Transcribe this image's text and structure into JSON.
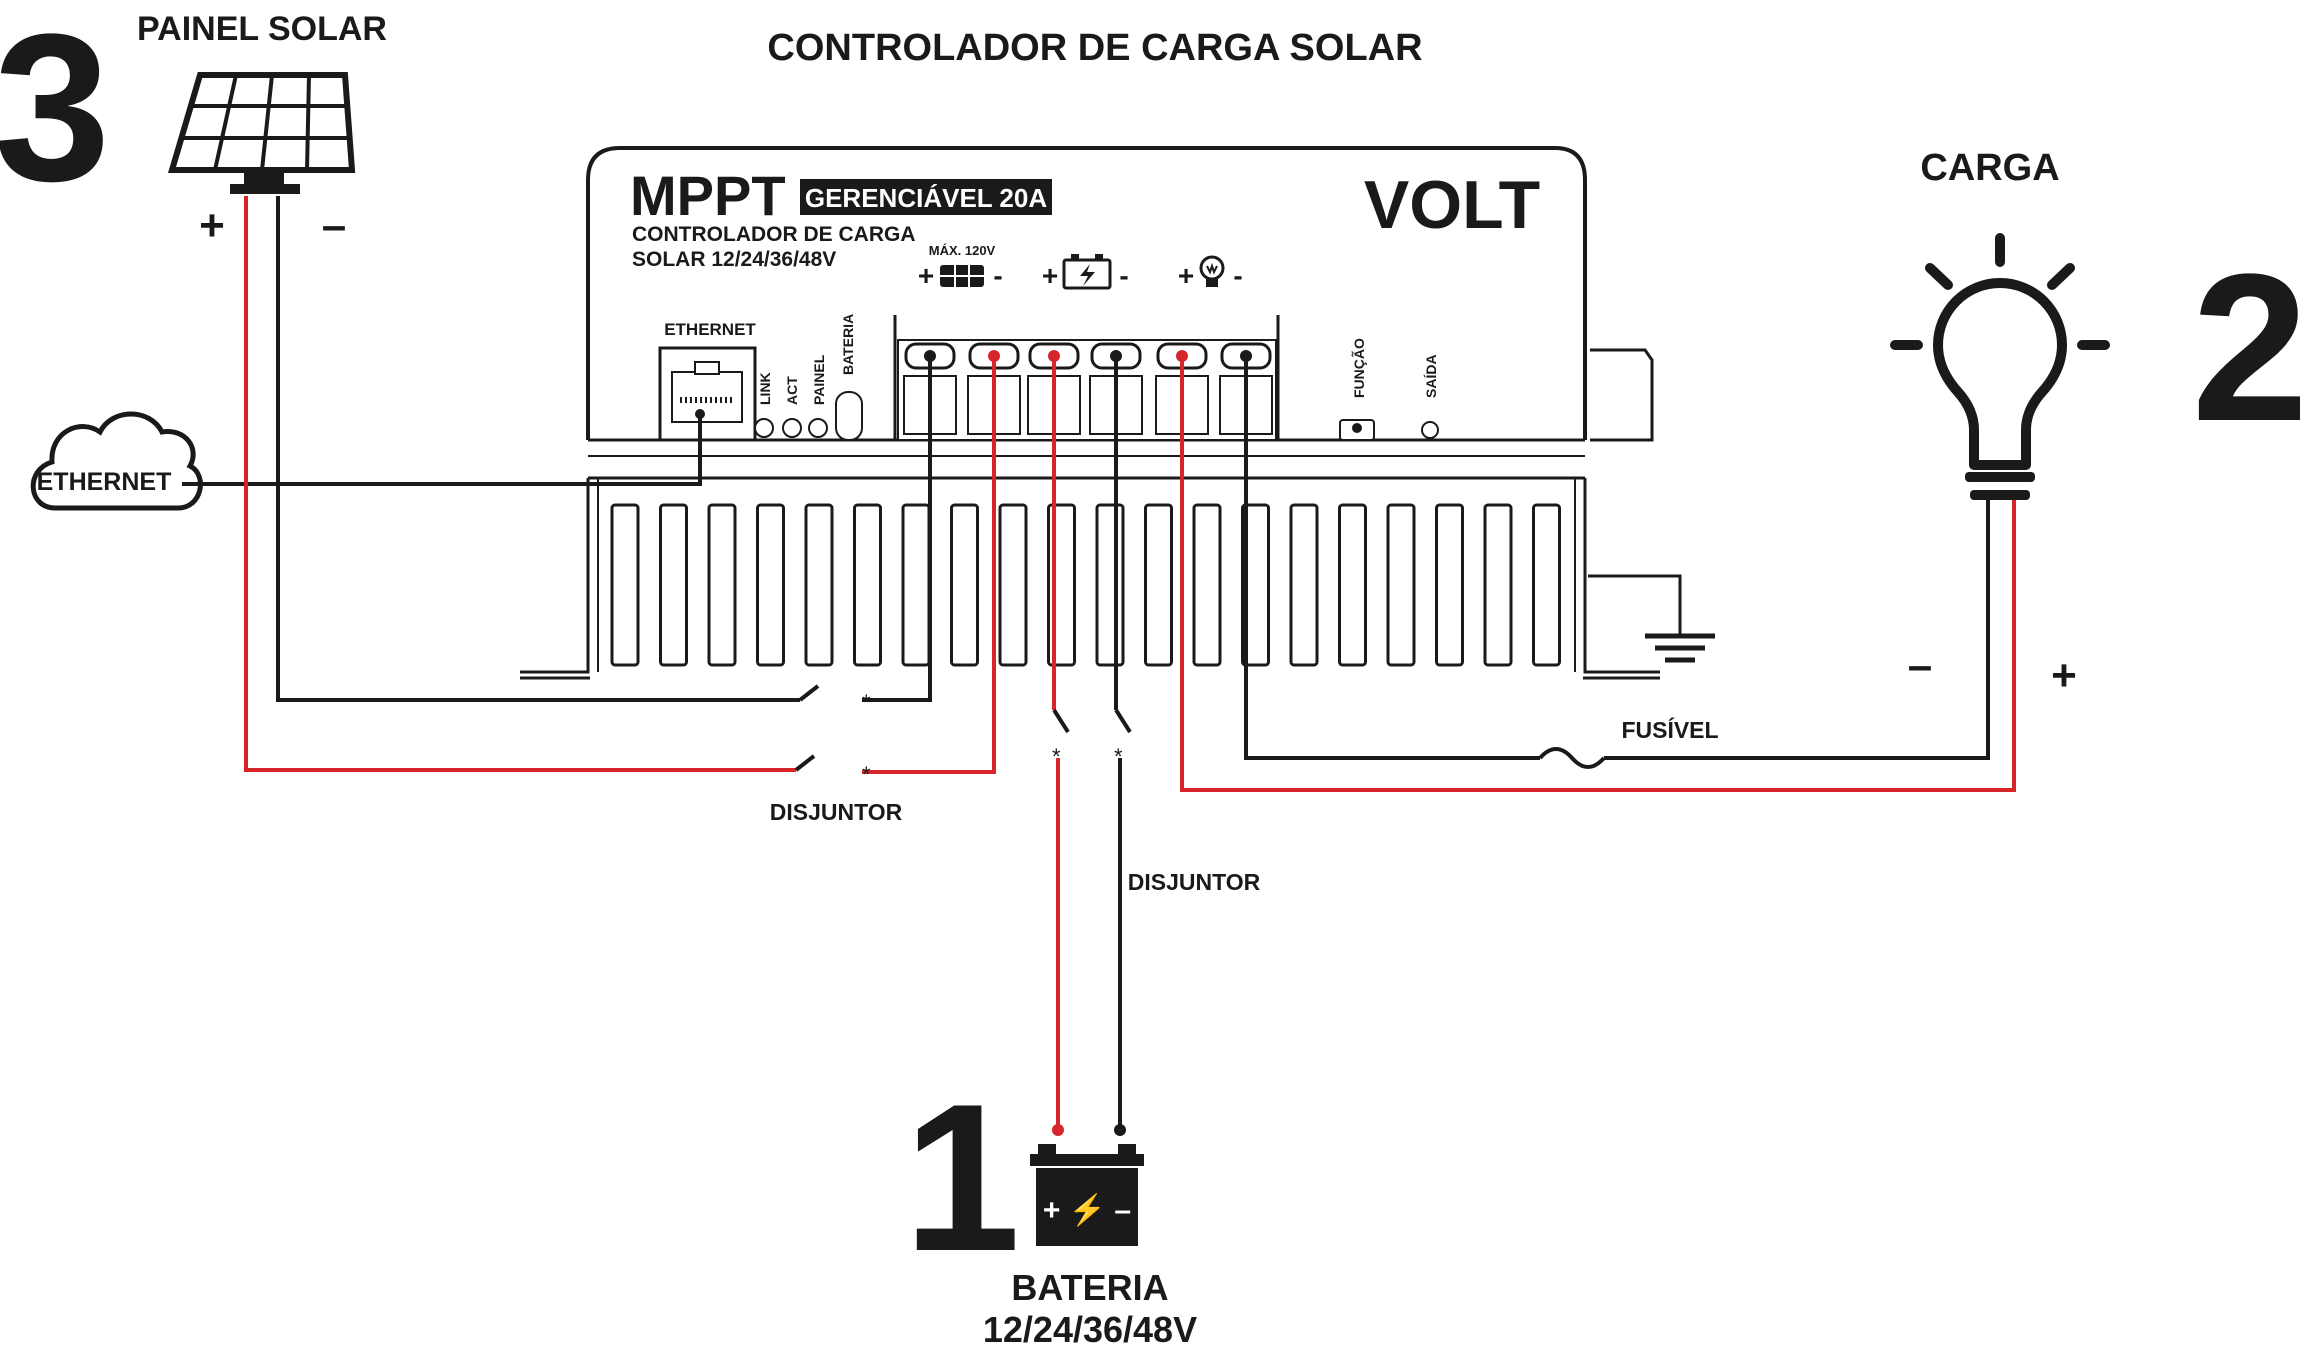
{
  "title": "CONTROLADOR DE CARGA SOLAR",
  "steps": {
    "battery": "1",
    "load": "2",
    "panel": "3"
  },
  "panel": {
    "label": "PAINEL SOLAR",
    "plus": "+",
    "minus": "–"
  },
  "load": {
    "label": "CARGA",
    "minus": "–",
    "plus": "+"
  },
  "battery": {
    "label_line1": "BATERIA",
    "label_line2": "12/24/36/48V",
    "glyph": "+ ⚡ –"
  },
  "network": {
    "cloud_label": "ETHERNET"
  },
  "device": {
    "brand_model": "MPPT",
    "badge": "GERENCIÁVEL 20A",
    "subtitle_line1": "CONTROLADOR DE CARGA",
    "subtitle_line2": "SOLAR 12/24/36/48V",
    "brand": "VOLT",
    "port_label": "ETHERNET",
    "leds": [
      "LINK",
      "ACT",
      "PAINEL",
      "BATERIA"
    ],
    "terminal_groups": {
      "panel_max": "MÁX. 120V",
      "plus": "+",
      "minus": "-"
    },
    "buttons": [
      "FUNÇÃO",
      "SAÍDA"
    ]
  },
  "labels": {
    "breaker_panel": "DISJUNTOR",
    "breaker_battery": "DISJUNTOR",
    "fuse": "FUSÍVEL"
  },
  "colors": {
    "positive_wire": "#d7262b",
    "negative_wire": "#1a1a1a",
    "ink": "#1a1a1a"
  }
}
